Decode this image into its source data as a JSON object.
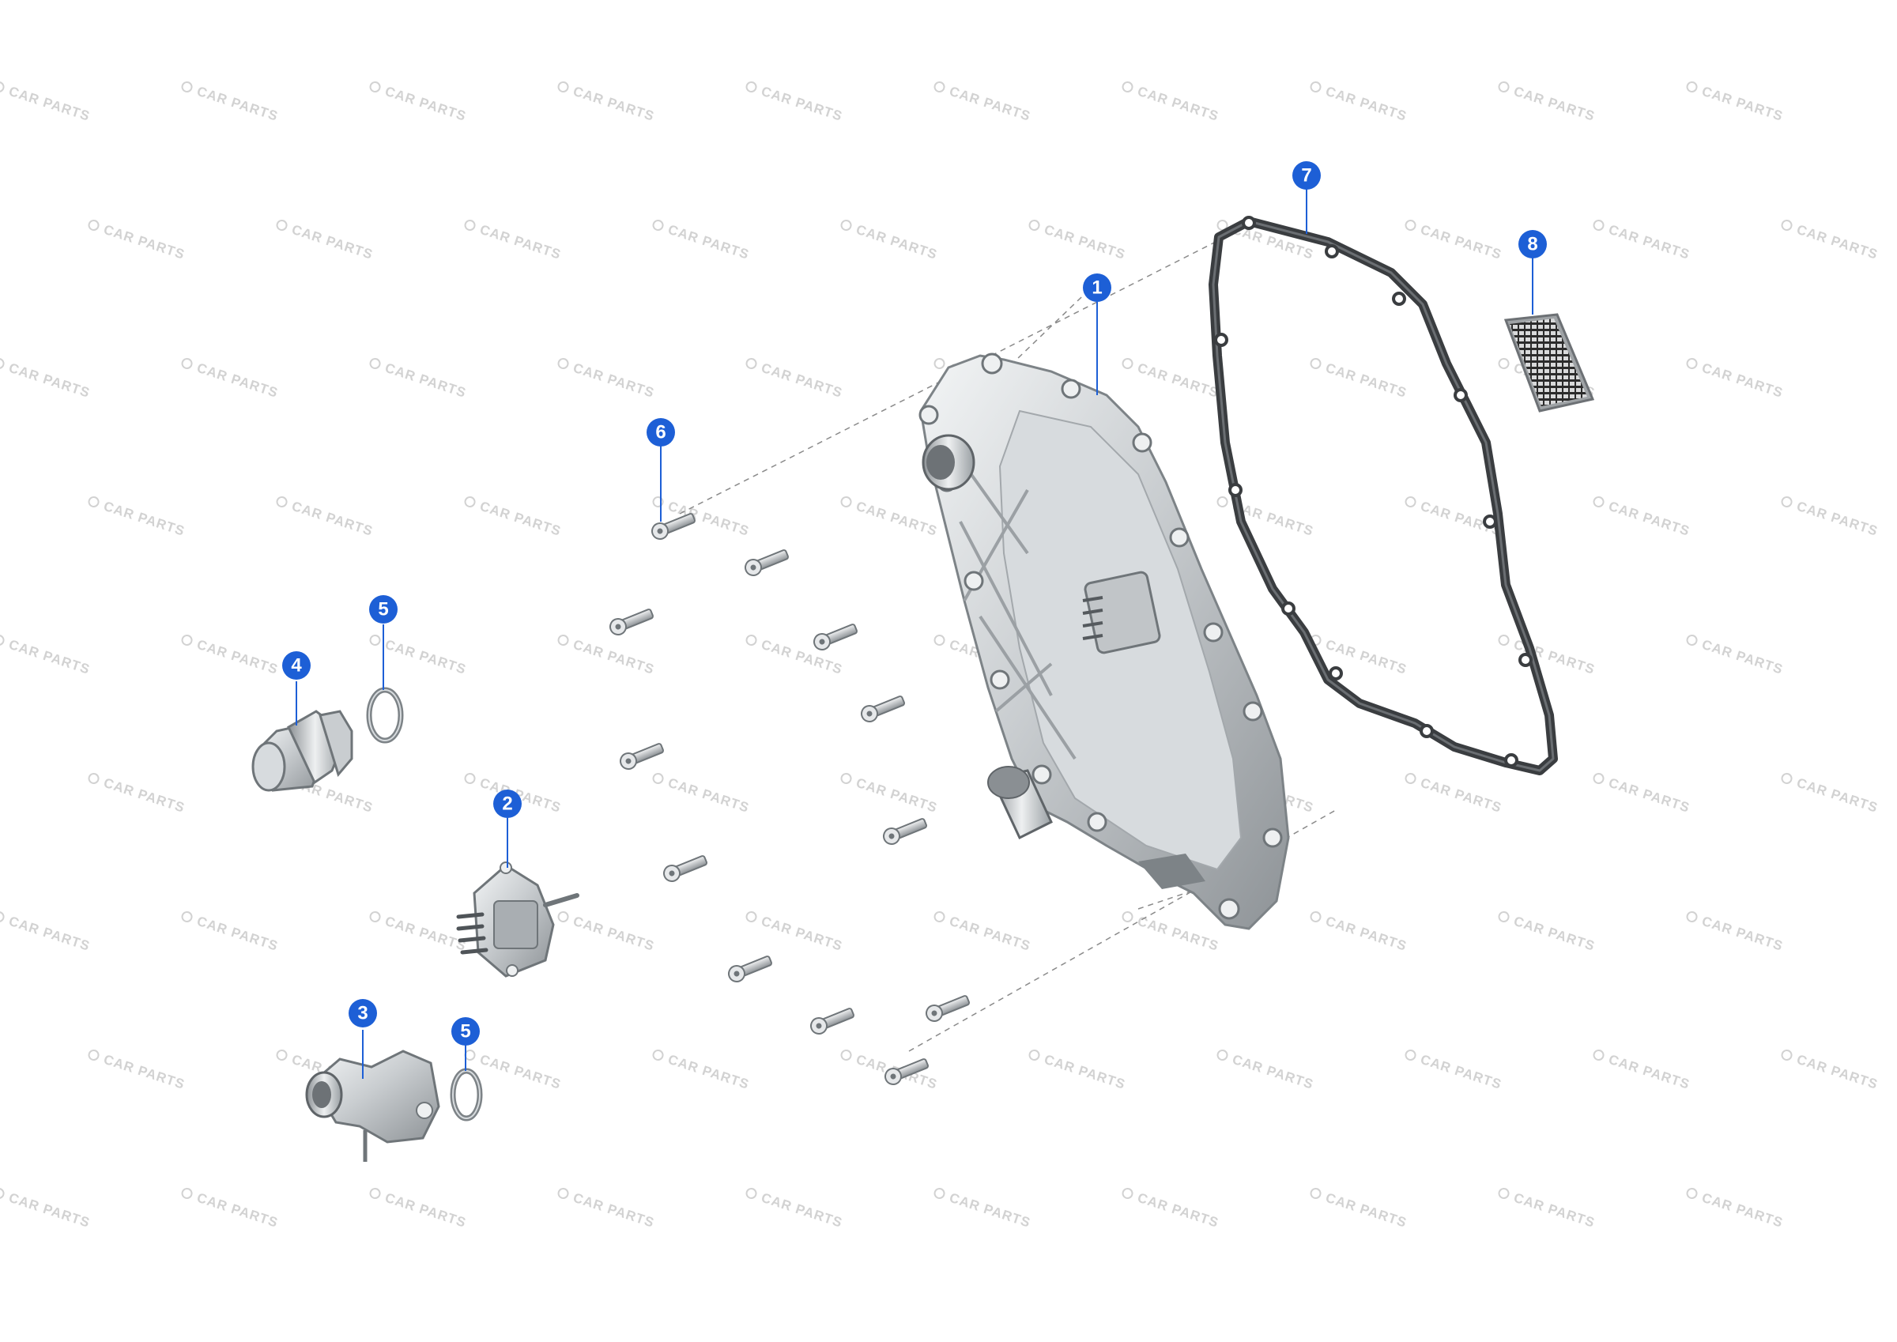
{
  "watermark": {
    "text": "CAR PARTS",
    "color": "#d2d2d2"
  },
  "colors": {
    "callout_fill": "#1d5fd6",
    "callout_text": "#ffffff",
    "leader_line": "#1d5fd6",
    "dash_line": "#8a8a8a",
    "metal_light": "#e9ecee",
    "metal_mid": "#b9bec2",
    "metal_dark": "#7d8387",
    "gasket": "#3a3d40",
    "filter_mesh": "#2b2b2b"
  },
  "callouts": [
    {
      "id": "callout-1",
      "label": "1",
      "part": "housing-cover"
    },
    {
      "id": "callout-2",
      "label": "2",
      "part": "connector-plug"
    },
    {
      "id": "callout-3",
      "label": "3",
      "part": "elbow-fitting"
    },
    {
      "id": "callout-4",
      "label": "4",
      "part": "screw-plug"
    },
    {
      "id": "callout-5a",
      "label": "5",
      "part": "seal-ring-upper"
    },
    {
      "id": "callout-5b",
      "label": "5",
      "part": "seal-ring-lower"
    },
    {
      "id": "callout-6",
      "label": "6",
      "part": "bolt"
    },
    {
      "id": "callout-7",
      "label": "7",
      "part": "gasket"
    },
    {
      "id": "callout-8",
      "label": "8",
      "part": "filter"
    }
  ]
}
